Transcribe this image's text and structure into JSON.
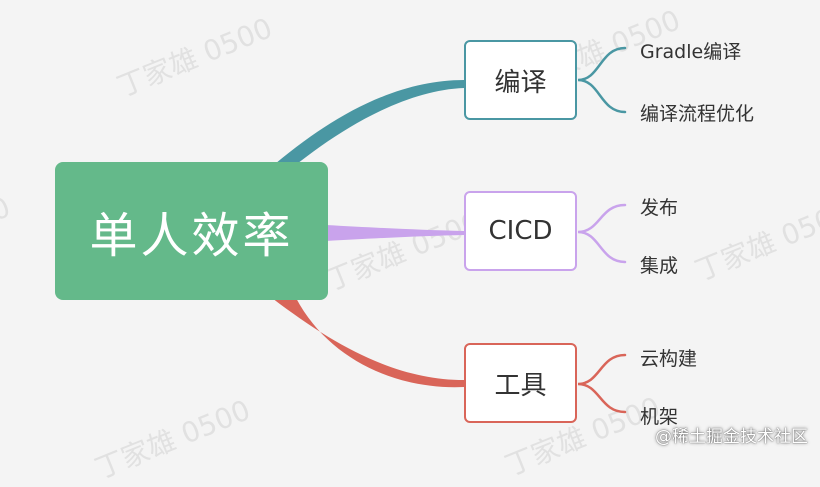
{
  "watermark": "丁家雄 0500",
  "root": {
    "label": "单人效率",
    "color": "#64b98a"
  },
  "branches": [
    {
      "label": "编译",
      "color": "#4a97a3",
      "children": [
        "Gradle编译",
        "编译流程优化"
      ]
    },
    {
      "label": "CICD",
      "color": "#c9a3ec",
      "children": [
        "发布",
        "集成"
      ]
    },
    {
      "label": "工具",
      "color": "#d96559",
      "children": [
        "云构建",
        "机架"
      ]
    }
  ],
  "credit": "@稀土掘金技术社区"
}
